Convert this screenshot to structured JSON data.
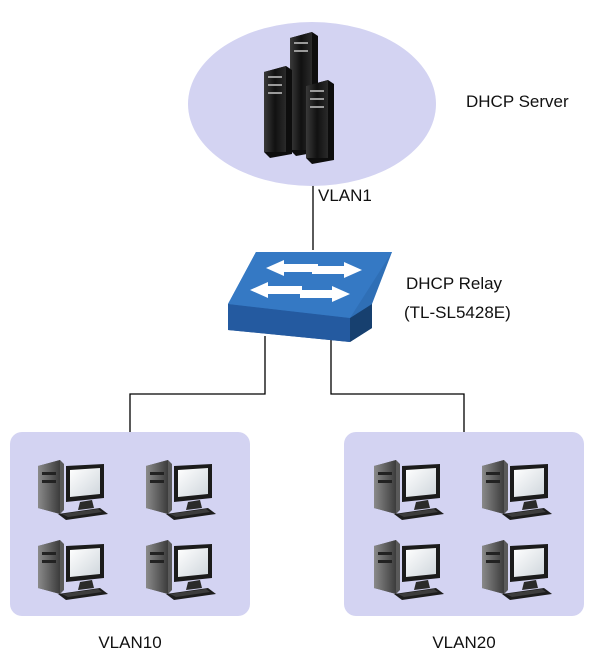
{
  "server": {
    "label": "DHCP Server",
    "vlan": "VLAN1"
  },
  "relay": {
    "label": "DHCP Relay",
    "model": "(TL-SL5428E)"
  },
  "groups": [
    {
      "vlan": "VLAN10",
      "pc_count": 4
    },
    {
      "vlan": "VLAN20",
      "pc_count": 4
    }
  ],
  "colors": {
    "bubble": "#d3d3f2",
    "link": "#000000",
    "switch_top": "#2f6fb6",
    "switch_side": "#1f4f8f",
    "server_body": "#1a1a1a"
  }
}
